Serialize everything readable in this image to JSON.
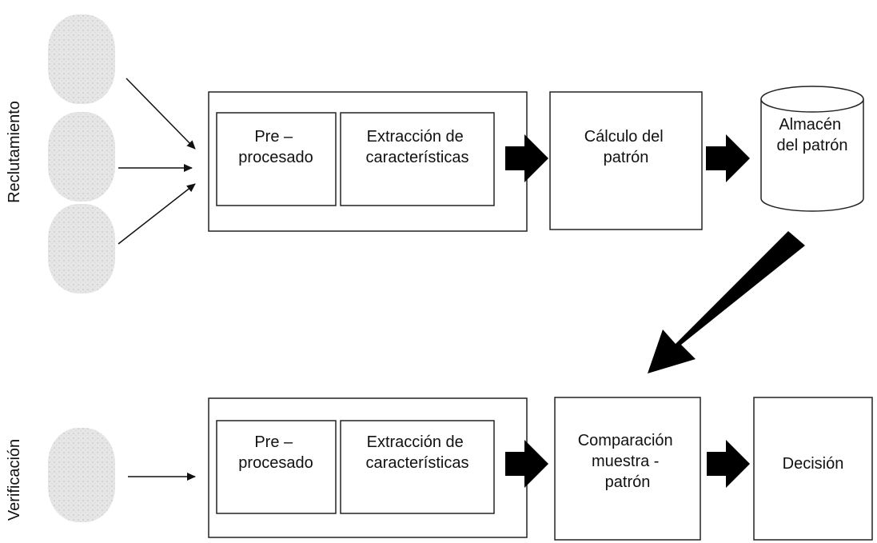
{
  "side_labels": {
    "top": "Reclutamiento",
    "bottom": "Verificación"
  },
  "top_row": {
    "pre": [
      "Pre –",
      "procesado"
    ],
    "extract": [
      "Extracción de",
      "características"
    ],
    "calc": [
      "Cálculo del",
      "patrón"
    ],
    "store": [
      "Almacén",
      "del patrón"
    ]
  },
  "bottom_row": {
    "pre": [
      "Pre –",
      "procesado"
    ],
    "extract": [
      "Extracción de",
      "características"
    ],
    "compare": [
      "Comparación",
      "muestra -",
      "patrón"
    ],
    "decision": [
      "Decisión"
    ]
  },
  "icons": {
    "fingerprint": "fingerprint-icon",
    "thin_arrow": "thin-arrow-icon",
    "block_arrow": "block-arrow-icon",
    "database": "cylinder-icon"
  },
  "colors": {
    "stroke": "#222222",
    "fingerprint": "#c8c8c8",
    "arrow_fill": "#000000"
  }
}
